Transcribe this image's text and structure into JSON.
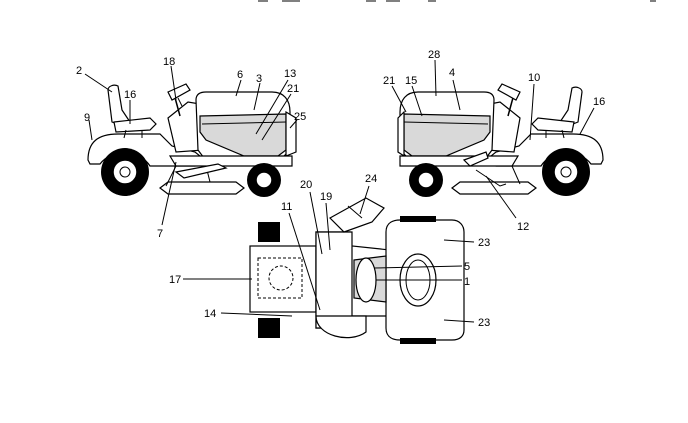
{
  "diagram": {
    "callouts": {
      "c1": "1",
      "c2": "2",
      "c3": "3",
      "c4": "4",
      "c5": "5",
      "c6": "6",
      "c7": "7",
      "c9": "9",
      "c10": "10",
      "c11": "11",
      "c12": "12",
      "c13": "13",
      "c14": "14",
      "c15": "15",
      "c16a": "16",
      "c16b": "16",
      "c17": "17",
      "c18": "18",
      "c19": "19",
      "c20": "20",
      "c21a": "21",
      "c21b": "21",
      "c23a": "23",
      "c23b": "23",
      "c24": "24",
      "c25": "25",
      "c28": "28"
    }
  }
}
